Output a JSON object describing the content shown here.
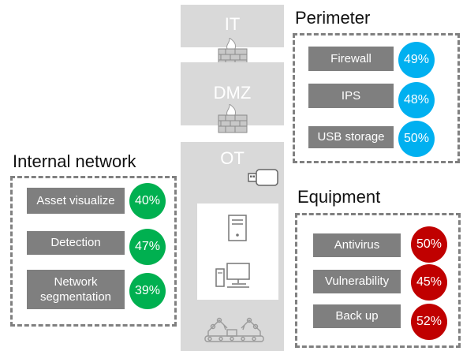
{
  "zones": {
    "it": "IT",
    "dmz": "DMZ",
    "ot": "OT"
  },
  "perimeter": {
    "title": "Perimeter",
    "items": [
      {
        "label": "Firewall",
        "value": "49%"
      },
      {
        "label": "IPS",
        "value": "48%"
      },
      {
        "label": "USB storage",
        "value": "50%"
      }
    ],
    "circle_color": "#00b0f0"
  },
  "internal": {
    "title": "Internal network",
    "items": [
      {
        "label": "Asset visualize",
        "value": "40%"
      },
      {
        "label": "Detection",
        "value": "47%"
      },
      {
        "label": "Network segmentation",
        "value": "39%"
      }
    ],
    "circle_color": "#00b050"
  },
  "equipment": {
    "title": "Equipment",
    "items": [
      {
        "label": "Antivirus",
        "value": "50%"
      },
      {
        "label": "Vulnerability",
        "value": "45%"
      },
      {
        "label": "Back up",
        "value": "52%"
      }
    ],
    "circle_color": "#c00000"
  },
  "icons": [
    "firewall-icon",
    "usb-drive-icon",
    "server-icon",
    "workstation-icon",
    "robot-arm-icon"
  ]
}
